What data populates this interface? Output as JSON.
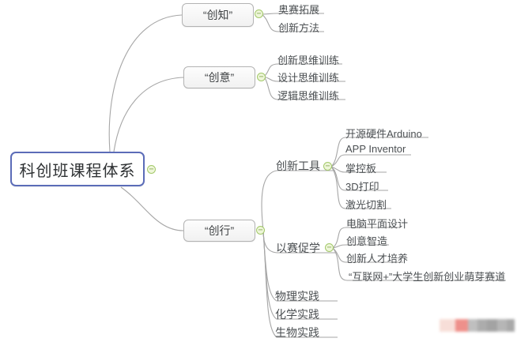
{
  "mindmap": {
    "root": "科创班课程体系",
    "branches": [
      {
        "label": "“创知”",
        "children": [
          {
            "label": "奥赛拓展"
          },
          {
            "label": "创新方法"
          }
        ]
      },
      {
        "label": "“创意”",
        "children": [
          {
            "label": "创新思维训练"
          },
          {
            "label": "设计思维训练"
          },
          {
            "label": "逻辑思维训练"
          }
        ]
      },
      {
        "label": "“创行”",
        "children": [
          {
            "label": "创新工具",
            "children": [
              {
                "label": "开源硬件Arduino"
              },
              {
                "label": "APP Inventor"
              },
              {
                "label": "掌控板"
              },
              {
                "label": "3D打印"
              },
              {
                "label": "激光切割"
              }
            ]
          },
          {
            "label": "以赛促学",
            "children": [
              {
                "label": "电脑平面设计"
              },
              {
                "label": "创意智造"
              },
              {
                "label": "创新人才培养"
              },
              {
                "label": "“互联网+”大学生创新创业萌芽赛道"
              }
            ]
          },
          {
            "label": "物理实践"
          },
          {
            "label": "化学实践"
          },
          {
            "label": "生物实践"
          }
        ]
      }
    ]
  },
  "icons": {
    "collapse_glyph": "−"
  },
  "colors": {
    "root_border": "#5b6cb8",
    "box_border": "#b3b3b3",
    "connector_line": "#a6a6a6",
    "collapse_border": "#a3c96a",
    "collapse_fill": "#eef6d9",
    "text": "#4b4f52"
  },
  "watermark": {
    "block_styles": [
      "width:20px;background:#f7ddd6",
      "width:16px;background:#ee8b85",
      "width:12px;background:#bcbcbc",
      "width:12px;background:#a8a8a8",
      "width:13px;background:#9f9f9f",
      "width:12px;background:#b3b3b3",
      "width:10px;background:#a5a5a5"
    ]
  }
}
